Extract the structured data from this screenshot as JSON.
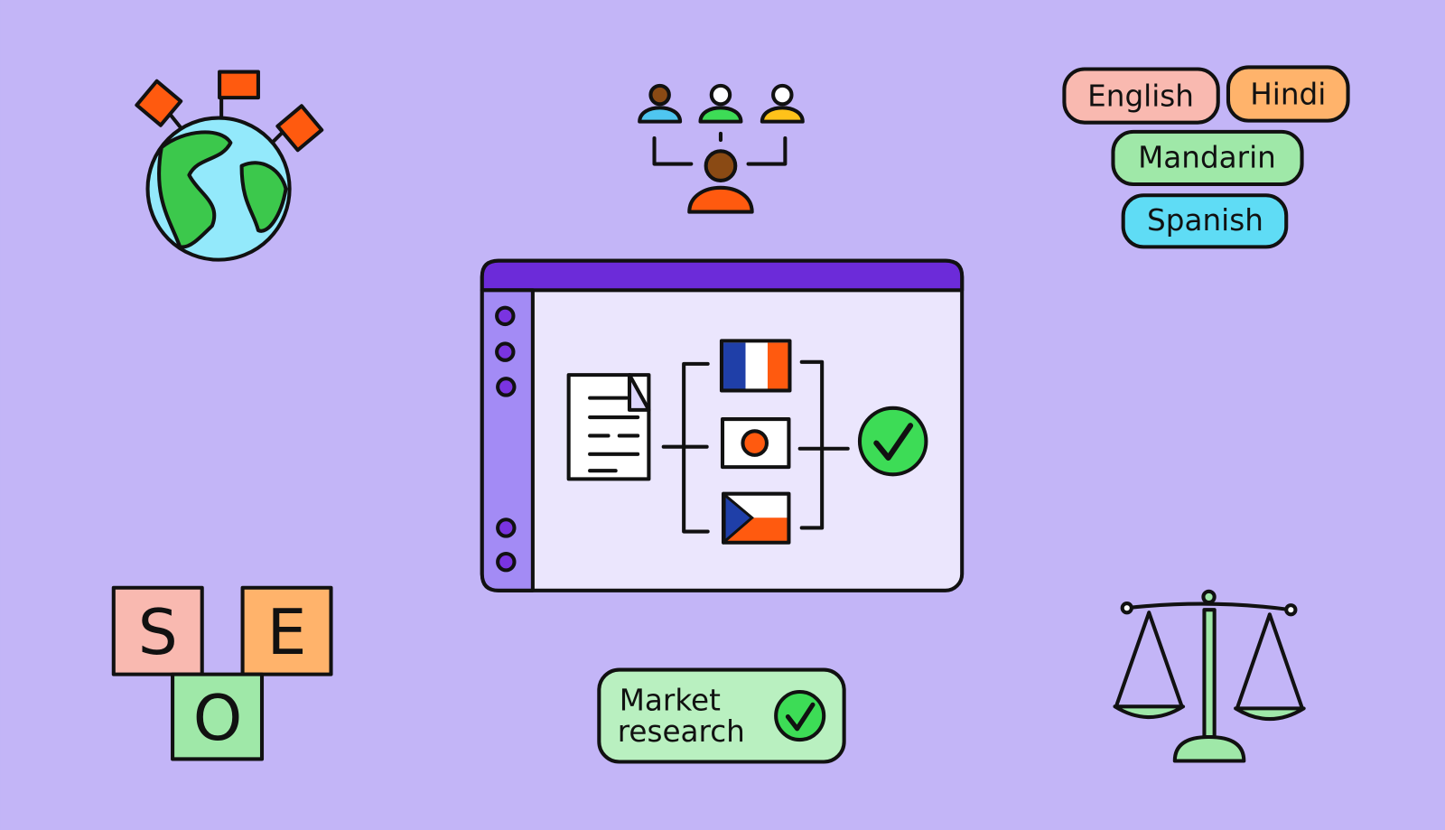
{
  "colors": {
    "background": "#c3b5f7",
    "window_bar": "#6c2bd9",
    "window_body": "#ebe6fd",
    "sidebar": "#a38bf5",
    "green": "#3ddc56",
    "orange": "#ff5a0f",
    "pink": "#f9b9b0",
    "peach": "#ffb36b",
    "mint": "#9fe8a8",
    "cyan": "#5fdcf5"
  },
  "languages": [
    "English",
    "Hindi",
    "Mandarin",
    "Spanish"
  ],
  "badge": {
    "line1": "Market",
    "line2": "research",
    "icon": "check-circle-icon"
  },
  "seo_tiles": [
    "S",
    "E",
    "O"
  ],
  "flags": [
    "france-flag",
    "japan-flag",
    "czech-flag"
  ],
  "icons": [
    "globe-icon",
    "team-hierarchy-icon",
    "document-icon",
    "check-circle-icon",
    "scales-of-justice-icon"
  ]
}
